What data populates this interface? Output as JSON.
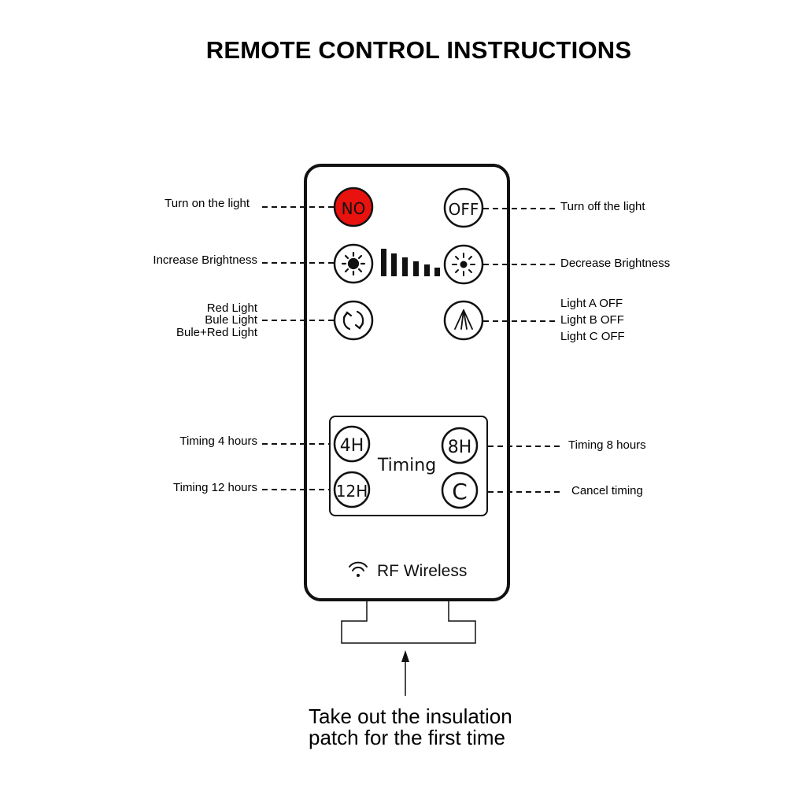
{
  "title": "REMOTE CONTROL INSTRUCTIONS",
  "buttons": {
    "on": "NO",
    "off": "OFF",
    "t4": "4H",
    "t8": "8H",
    "t12": "12H",
    "cancel": "C"
  },
  "timing_label": "Timing",
  "rf_label": "RF Wireless",
  "labels": {
    "turn_on": "Turn on the light",
    "turn_off": "Turn off the light",
    "increase": "Increase Brightness",
    "decrease": "Decrease Brightness",
    "red": "Red Light",
    "bule": "Bule Light",
    "bule_red": "Bule+Red Light",
    "light_a": "Light A OFF",
    "light_b": "Light B OFF",
    "light_c": "Light C OFF",
    "timing4": "Timing 4 hours",
    "timing8": "Timing 8 hours",
    "timing12": "Timing 12 hours",
    "cancel_timing": "Cancel timing"
  },
  "note": {
    "line1": "Take out the insulation",
    "line2": "patch for the first time"
  },
  "colors": {
    "on_button": "#e8120f",
    "stroke": "#111111"
  }
}
